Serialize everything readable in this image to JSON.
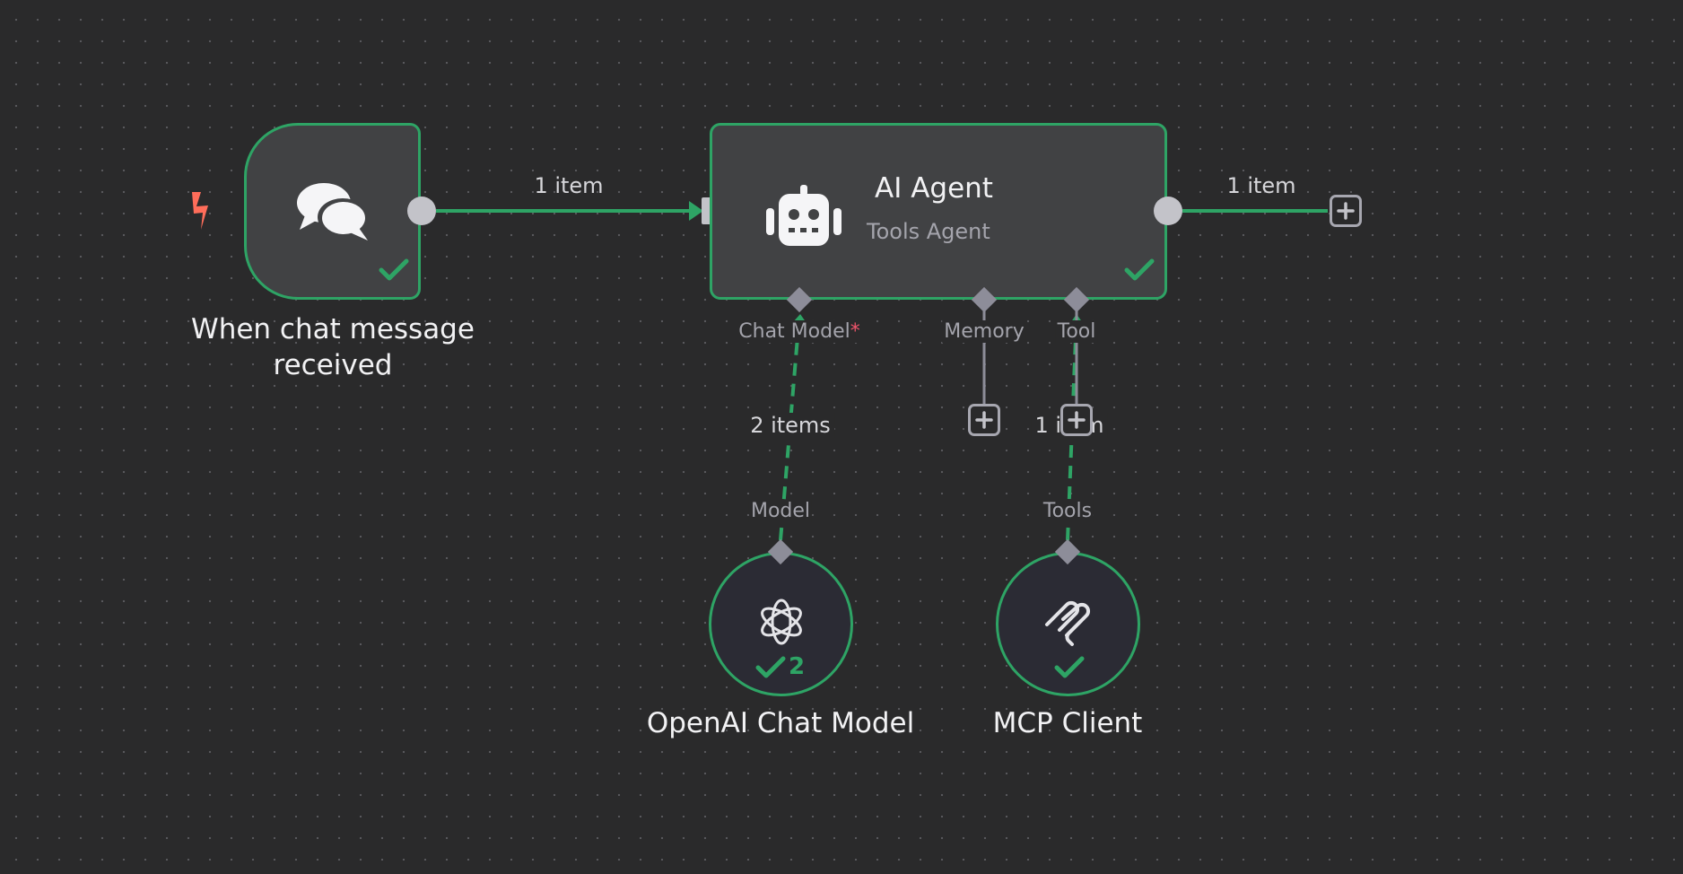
{
  "colors": {
    "canvas_bg": "#2a2a2b",
    "node_border_success": "#2ea465",
    "node_bg": "#414244",
    "trigger_bolt": "#ff6d5a",
    "required_marker": "#f0546b"
  },
  "nodes": {
    "trigger": {
      "title_line1": "When chat message",
      "title_line2": "received",
      "icon": "chat-bubbles-icon",
      "status": "success"
    },
    "agent": {
      "title": "AI Agent",
      "subtitle": "Tools Agent",
      "icon": "robot-icon",
      "status": "success",
      "ports": {
        "chat_model": "Chat Model",
        "chat_model_required": "*",
        "memory": "Memory",
        "tool": "Tool"
      }
    },
    "openai": {
      "title": "OpenAI Chat Model",
      "icon": "openai-icon",
      "port": "Model",
      "run_count": "2",
      "status": "success"
    },
    "mcp": {
      "title": "MCP Client",
      "icon": "mcp-icon",
      "port": "Tools",
      "status": "success"
    }
  },
  "edges": {
    "trigger_to_agent": "1 item",
    "agent_output": "1 item",
    "model_to_agent": "2 items",
    "tool_to_agent": "1 item"
  }
}
